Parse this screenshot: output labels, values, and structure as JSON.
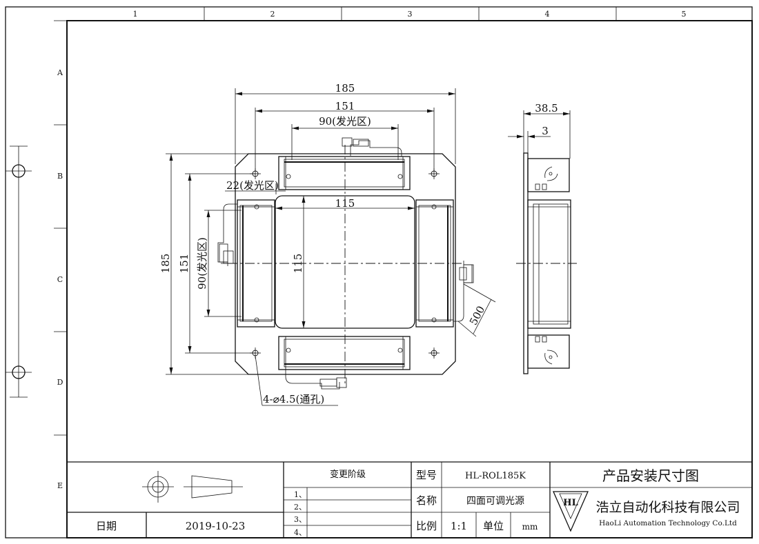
{
  "frame": {
    "columns": [
      "1",
      "2",
      "3",
      "4",
      "5"
    ],
    "rows": [
      "A",
      "B",
      "C",
      "D",
      "E"
    ]
  },
  "dimensions": {
    "overall_width": "185",
    "hole_spacing_x": "151",
    "emit_width_top": "90(发光区)",
    "emit_depth": "22(发光区)",
    "inner_width": "115",
    "overall_height": "185",
    "hole_spacing_y": "151",
    "emit_height_left": "90(发光区)",
    "inner_height": "115",
    "cable_length": "500",
    "holes_note": "4-⌀4.5(通孔)",
    "side_depth": "38.5",
    "side_thickness": "3"
  },
  "title_block": {
    "change_stage_header": "变更阶级",
    "change_rows": [
      "1、",
      "2、",
      "3、",
      "4、"
    ],
    "date_label": "日期",
    "date_value": "2019-10-23",
    "model_label": "型号",
    "model_value": "HL-ROL185K",
    "name_label": "名称",
    "name_value": "四面可调光源",
    "scale_label": "比例",
    "scale_value": "1:1",
    "unit_label": "单位",
    "unit_value": "mm",
    "drawing_title": "产品安装尺寸图",
    "company_cn": "浩立自动化科技有限公司",
    "company_en": "HaoLi Automation Technology Co.Ltd",
    "logo_text": "HL"
  }
}
